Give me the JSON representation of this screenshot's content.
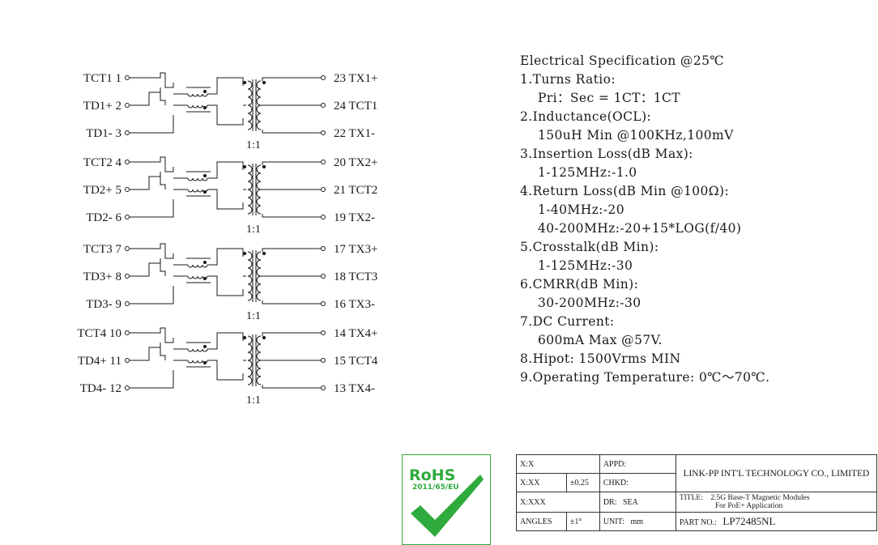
{
  "pins_left": [
    {
      "label": "TCT1",
      "num": "1"
    },
    {
      "label": "TD1+",
      "num": "2"
    },
    {
      "label": "TD1-",
      "num": "3"
    },
    {
      "label": "TCT2",
      "num": "4"
    },
    {
      "label": "TD2+",
      "num": "5"
    },
    {
      "label": "TD2-",
      "num": "6"
    },
    {
      "label": "TCT3",
      "num": "7"
    },
    {
      "label": "TD3+",
      "num": "8"
    },
    {
      "label": "TD3-",
      "num": "9"
    },
    {
      "label": "TCT4",
      "num": "10"
    },
    {
      "label": "TD4+",
      "num": "11"
    },
    {
      "label": "TD4-",
      "num": "12"
    }
  ],
  "pins_right": [
    {
      "num": "23",
      "label": "TX1+"
    },
    {
      "num": "24",
      "label": "TCT1"
    },
    {
      "num": "22",
      "label": "TX1-"
    },
    {
      "num": "20",
      "label": "TX2+"
    },
    {
      "num": "21",
      "label": "TCT2"
    },
    {
      "num": "19",
      "label": "TX2-"
    },
    {
      "num": "17",
      "label": "TX3+"
    },
    {
      "num": "18",
      "label": "TCT3"
    },
    {
      "num": "16",
      "label": "TX3-"
    },
    {
      "num": "14",
      "label": "TX4+"
    },
    {
      "num": "15",
      "label": "TCT4"
    },
    {
      "num": "13",
      "label": "TX4-"
    }
  ],
  "ratio_label": "1:1",
  "spec": {
    "title": "Electrical Specification @25℃",
    "items": [
      {
        "head": "1.Turns Ratio:",
        "sub": [
          "Pri：Sec = 1CT：1CT"
        ]
      },
      {
        "head": "2.Inductance(OCL):",
        "sub": [
          "150uH Min @100KHz,100mV"
        ]
      },
      {
        "head": "3.Insertion Loss(dB Max):",
        "sub": [
          "1-125MHz:-1.0"
        ]
      },
      {
        "head": "4.Return Loss(dB Min @100Ω):",
        "sub": [
          "1-40MHz:-20",
          "40-200MHz:-20+15*LOG(f/40)"
        ]
      },
      {
        "head": "5.Crosstalk(dB Min):",
        "sub": [
          "1-125MHz:-30"
        ]
      },
      {
        "head": "6.CMRR(dB Min):",
        "sub": [
          "30-200MHz:-30"
        ]
      },
      {
        "head": "7.DC Current:",
        "sub": [
          "600mA Max @57V."
        ]
      },
      {
        "head": "8.Hipot: 1500Vrms MIN",
        "sub": []
      },
      {
        "head": "9.Operating Temperature: 0℃～70℃.",
        "sub": []
      }
    ]
  },
  "rohs": {
    "mark": "RoHS",
    "directive": "2011/65/EU",
    "colors": {
      "green": "#2faa3c"
    }
  },
  "title_block": {
    "tol_x": "X:X",
    "tol_xx": "X:XX",
    "tol_xx_val": "±0.25",
    "tol_xxx": "X:XXX",
    "angles": "ANGLES",
    "angles_val": "±1°",
    "appd": "APPD:",
    "chkd": "CHKD:",
    "dr": "DR:",
    "dr_val": "SEA",
    "unit": "UNIT:",
    "unit_val": "mm",
    "company": "LINK-PP INT'L TECHNOLOGY CO., LIMITED",
    "title_label": "TITLE:",
    "title_line1": "2.5G Base-T Magnetic Modules",
    "title_line2": "For PoE+ Application",
    "partno_label": "PART NO.:",
    "partno": "LP72485NL"
  }
}
